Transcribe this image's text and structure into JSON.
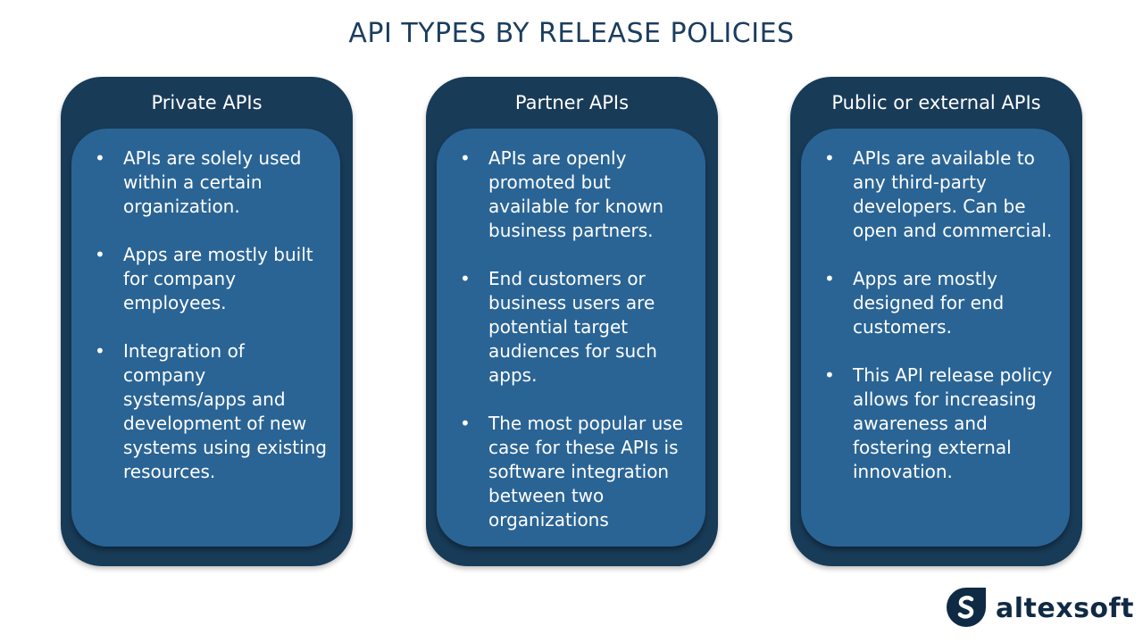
{
  "title": "API TYPES BY RELEASE POLICIES",
  "cards": [
    {
      "title": "Private APIs",
      "bullets": [
        "APIs are solely used within a certain organization.",
        "Apps are mostly built for company employees.",
        "Integration of company systems/apps and development of new systems using existing resources."
      ]
    },
    {
      "title": "Partner APIs",
      "bullets": [
        "APIs are openly promoted but available for known business partners.",
        "End customers or business users are potential target audiences for such apps.",
        "The most popular use case for these APIs is software integration between two organizations"
      ]
    },
    {
      "title": "Public or external APIs",
      "bullets": [
        "APIs are available to any third-party developers. Can be open and commercial.",
        "Apps are mostly designed for end customers.",
        "This API release policy allows for increasing awareness and fostering external innovation."
      ]
    }
  ],
  "logo": {
    "text": "altexsoft",
    "icon": "altexsoft-logo-icon"
  },
  "colors": {
    "title": "#1c3d5f",
    "card_outer": "#183b58",
    "card_inner": "#2a6495",
    "text": "#ffffff"
  }
}
